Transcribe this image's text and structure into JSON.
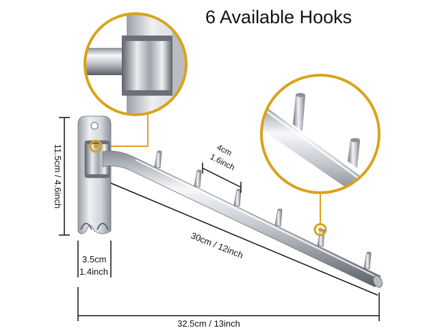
{
  "title": "6 Available Hooks",
  "dimensions": {
    "height": "11.5cm / 4.6inch",
    "hook_spacing_cm": "4cm",
    "hook_spacing_in": "1.6inch",
    "arm_length": "30cm / 12inch",
    "plate_width_cm": "3.5cm",
    "plate_width_in": "1.4inch",
    "total_span": "32.5cm / 13inch"
  },
  "colors": {
    "callout_ring": "#d9a21a",
    "metal_light": "#f4f5f7",
    "metal_dark": "#6b7078",
    "dimension_line": "#111111"
  }
}
